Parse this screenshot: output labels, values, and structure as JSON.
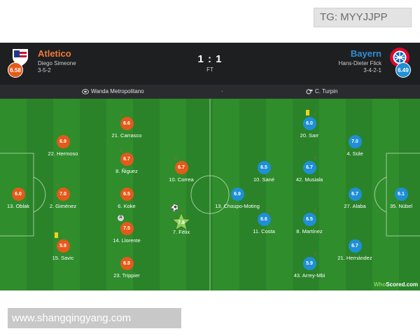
{
  "watermark_top": "TG: MYYJJPP",
  "watermark_bottom": "www.shangqingyang.com",
  "match": {
    "score": "1 : 1",
    "status": "FT",
    "venue": "Wanda Metropolitano",
    "separator": "·",
    "referee": "C. Turpin",
    "home": {
      "name": "Atletico",
      "manager": "Diego Simeone",
      "formation": "3-5-2",
      "rating": "6.58",
      "color": "#e35a1b"
    },
    "away": {
      "name": "Bayern",
      "manager": "Hans-Dieter Flick",
      "formation": "3-4-2-1",
      "rating": "6.49",
      "color": "#1f8fd6"
    }
  },
  "home_players": [
    {
      "label": "13. Oblak",
      "rating": "6.0"
    },
    {
      "label": "22. Hermoso",
      "rating": "6.9"
    },
    {
      "label": "2. Giménez",
      "rating": "7.0"
    },
    {
      "label": "15. Savic",
      "rating": "5.9"
    },
    {
      "label": "21. Carrasco",
      "rating": "6.6"
    },
    {
      "label": "8. Ñiguez",
      "rating": "6.7"
    },
    {
      "label": "6. Koke",
      "rating": "6.5"
    },
    {
      "label": "14. Llorente",
      "rating": "7.5"
    },
    {
      "label": "23. Trippier",
      "rating": "6.8"
    },
    {
      "label": "10. Correa",
      "rating": "6.7"
    },
    {
      "label": "7. Félix",
      "rating": "7.8"
    }
  ],
  "away_players": [
    {
      "label": "13. Choupo-Moting",
      "rating": "6.9"
    },
    {
      "label": "10. Sané",
      "rating": "6.5"
    },
    {
      "label": "11. Costa",
      "rating": "6.6"
    },
    {
      "label": "20. Sarr",
      "rating": "6.0"
    },
    {
      "label": "42. Musiala",
      "rating": "6.7"
    },
    {
      "label": "8. Martínez",
      "rating": "6.5"
    },
    {
      "label": "43. Arrey-Mbi",
      "rating": "5.9"
    },
    {
      "label": "4. Süle",
      "rating": "7.0"
    },
    {
      "label": "27. Alaba",
      "rating": "6.7"
    },
    {
      "label": "21. Hernández",
      "rating": "6.7"
    },
    {
      "label": "35. Nübel",
      "rating": "6.1"
    }
  ],
  "brand": {
    "a": "Who",
    "b": "Scored",
    "c": ".com"
  },
  "markers": {
    "sub_arrow": "↓",
    "goal": "⚽",
    "assist": "A"
  }
}
